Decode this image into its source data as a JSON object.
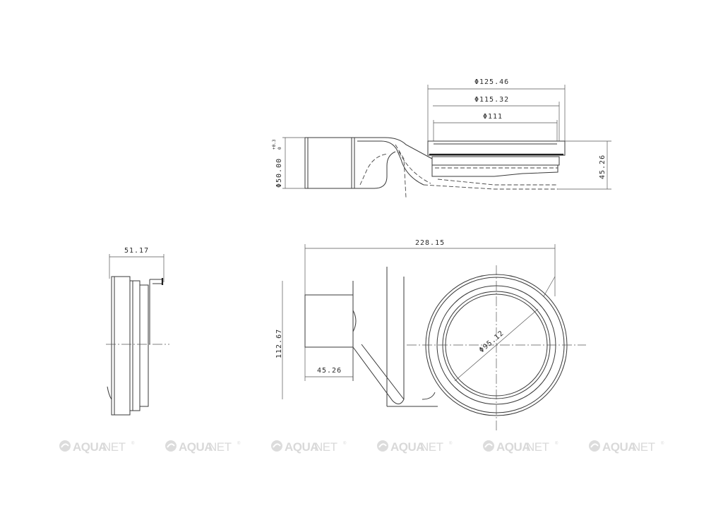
{
  "dimensions": {
    "outer_diameter": "Φ125.46",
    "mid_diameter": "Φ115.32",
    "inner_diameter": "Φ111",
    "outlet_diameter": "Φ50.00",
    "outlet_tolerance_upper": "+0.3",
    "outlet_tolerance_lower": "0",
    "height": "45.26",
    "side_depth": "51.17",
    "total_length": "228.15",
    "total_width": "112.67",
    "outlet_length": "45.26",
    "grate_diameter": "Φ95.12"
  },
  "watermark": {
    "brand_bold": "AQUA",
    "brand_light": "NET",
    "registered": "®"
  }
}
